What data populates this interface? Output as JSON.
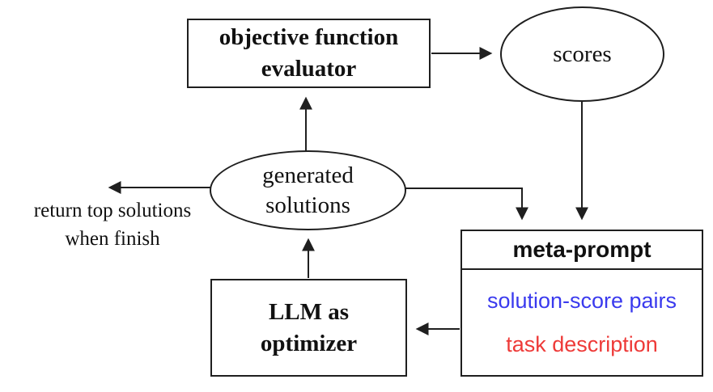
{
  "nodes": {
    "evaluator": {
      "lines": [
        "objective function",
        "evaluator"
      ]
    },
    "scores": {
      "label": "scores"
    },
    "generated_solutions": {
      "lines": [
        "generated",
        "solutions"
      ]
    },
    "meta_prompt": {
      "title": "meta-prompt",
      "items": [
        {
          "label": "solution-score pairs"
        },
        {
          "label": "task description"
        }
      ]
    },
    "llm_optimizer": {
      "lines": [
        "LLM as",
        "optimizer"
      ]
    }
  },
  "annotations": {
    "return_note": {
      "lines": [
        "return top solutions",
        "when finish"
      ]
    }
  },
  "colors": {
    "solution_score_pairs": "#3a3aee",
    "task_description": "#ee3a38",
    "stroke": "#1f1f1f"
  }
}
